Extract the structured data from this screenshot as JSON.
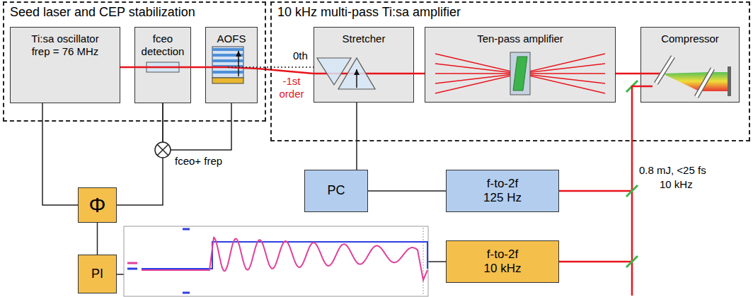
{
  "diagram": {
    "nodes": [
      {
        "text": [
          "Seed laser and CEP stabilization"
        ]
      },
      {
        "text": [
          "Ti:sa oscillator",
          "frep = 76 MHz"
        ],
        "in": 0
      },
      {
        "text": [
          "fceo detection"
        ],
        "in": 0
      },
      {
        "text": [
          "AOFS"
        ],
        "in": 0
      },
      {
        "text": [
          "10 kHz multi-pass Ti:sa amplifier"
        ]
      },
      {
        "text": [
          "Stretcher"
        ],
        "in": 4
      },
      {
        "text": [
          "Ten-pass amplifier"
        ],
        "in": 4
      },
      {
        "text": [
          "Compressor"
        ],
        "in": 4
      },
      {
        "text": [
          "Φ"
        ]
      },
      {
        "text": [
          "PI"
        ]
      },
      {
        "text": [
          "PC"
        ]
      },
      {
        "text": [
          "f-to-2f",
          "125 Hz"
        ]
      },
      {
        "text": [
          "f-to-2f",
          "10 kHz"
        ]
      }
    ],
    "edges": [
      {
        "from": 1,
        "to": 2,
        "arrow": "none"
      },
      {
        "from": 2,
        "to": 3,
        "arrow": "none"
      },
      {
        "from": 3,
        "to": 5,
        "arrow": "none"
      },
      {
        "from": 5,
        "to": 6,
        "arrow": "none"
      },
      {
        "from": 6,
        "to": 7,
        "arrow": "none"
      },
      {
        "from": 1,
        "to": 8,
        "arrow": "none"
      },
      {
        "from": 2,
        "to": 8,
        "arrow": "none"
      },
      {
        "from": 2,
        "to": 3,
        "label": "fceo+ frep",
        "arrow": "none"
      },
      {
        "from": 8,
        "to": 9,
        "arrow": "none"
      },
      {
        "from": 10,
        "to": 5,
        "arrow": "none"
      },
      {
        "from": 11,
        "to": 10,
        "arrow": "none"
      }
    ],
    "labels": [
      "0th",
      "-1st order",
      "0.8 mJ, <25 fs",
      "10 kHz"
    ]
  }
}
